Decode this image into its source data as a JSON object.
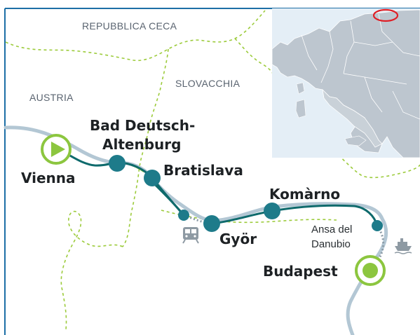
{
  "countries": {
    "czech": "REPUBBLICA CECA",
    "austria": "AUSTRIA",
    "slovakia": "SLOVACCHIA"
  },
  "cities": {
    "vienna": "Vienna",
    "bad_line1": "Bad Deutsch-",
    "bad_line2": "Altenburg",
    "bratislava": "Bratislava",
    "komarno": "Komàrno",
    "gyor": "Györ",
    "ansa_line1": "Ansa del",
    "ansa_line2": "Danubio",
    "budapest": "Budapest"
  },
  "icons": {
    "start": "play-icon",
    "train": "train-icon",
    "ship": "ship-icon",
    "end": "end-point-icon"
  },
  "colors": {
    "route": "#0e6a6c",
    "river": "#b3c7d4",
    "stop": "#1e7b8a",
    "border": "#9ccb3b",
    "start_ring": "#8cc63f",
    "inset_sea": "#e4eef6",
    "inset_land": "#bdc6cf",
    "inset_highlight": "#e01e25"
  }
}
